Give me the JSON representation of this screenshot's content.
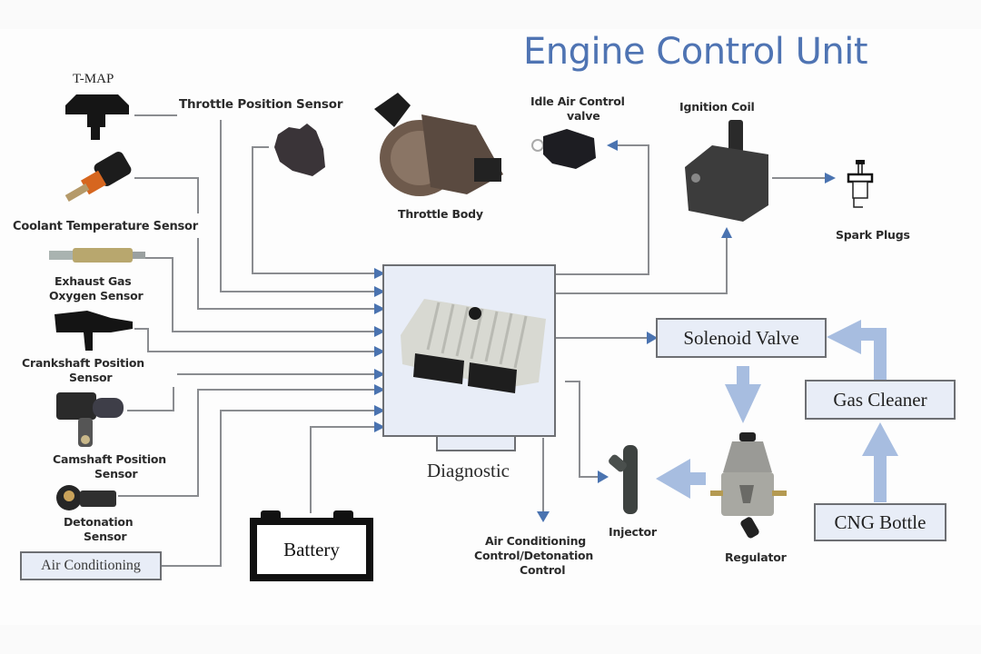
{
  "title": "Engine Control Unit",
  "colors": {
    "title": "#4f74b3",
    "arrow": "#4a73b0",
    "flow_arrow": "#a7bde0",
    "wire": "#8a8c90",
    "box_fill": "#e8edf7"
  },
  "sensors": {
    "tmap": "T-MAP",
    "throttle_position": "Throttle Position Sensor",
    "coolant_temperature": "Coolant Temperature Sensor",
    "exhaust_gas_line1": "Exhaust Gas",
    "exhaust_gas_line2": "Oxygen Sensor",
    "crankshaft_line1": "Crankshaft Position",
    "crankshaft_line2": "Sensor",
    "camshaft_line1": "Camshaft Position",
    "camshaft_line2": "Sensor",
    "detonation_line1": "Detonation",
    "detonation_line2": "Sensor",
    "air_conditioning": "Air Conditioning",
    "battery": "Battery"
  },
  "ecu": {
    "diagnostic": "Diagnostic"
  },
  "actuators": {
    "throttle_body": "Throttle Body",
    "idle_air_line1": "Idle Air Control",
    "idle_air_line2": "valve",
    "ignition_coil": "Ignition Coil",
    "spark_plugs": "Spark Plugs",
    "ac_control_line1": "Air Conditioning",
    "ac_control_line2": "Control/Detonation",
    "ac_control_line3": "Control",
    "injector": "Injector",
    "regulator": "Regulator"
  },
  "gas_system": {
    "solenoid_valve": "Solenoid Valve",
    "gas_cleaner": "Gas Cleaner",
    "cng_bottle": "CNG Bottle"
  }
}
